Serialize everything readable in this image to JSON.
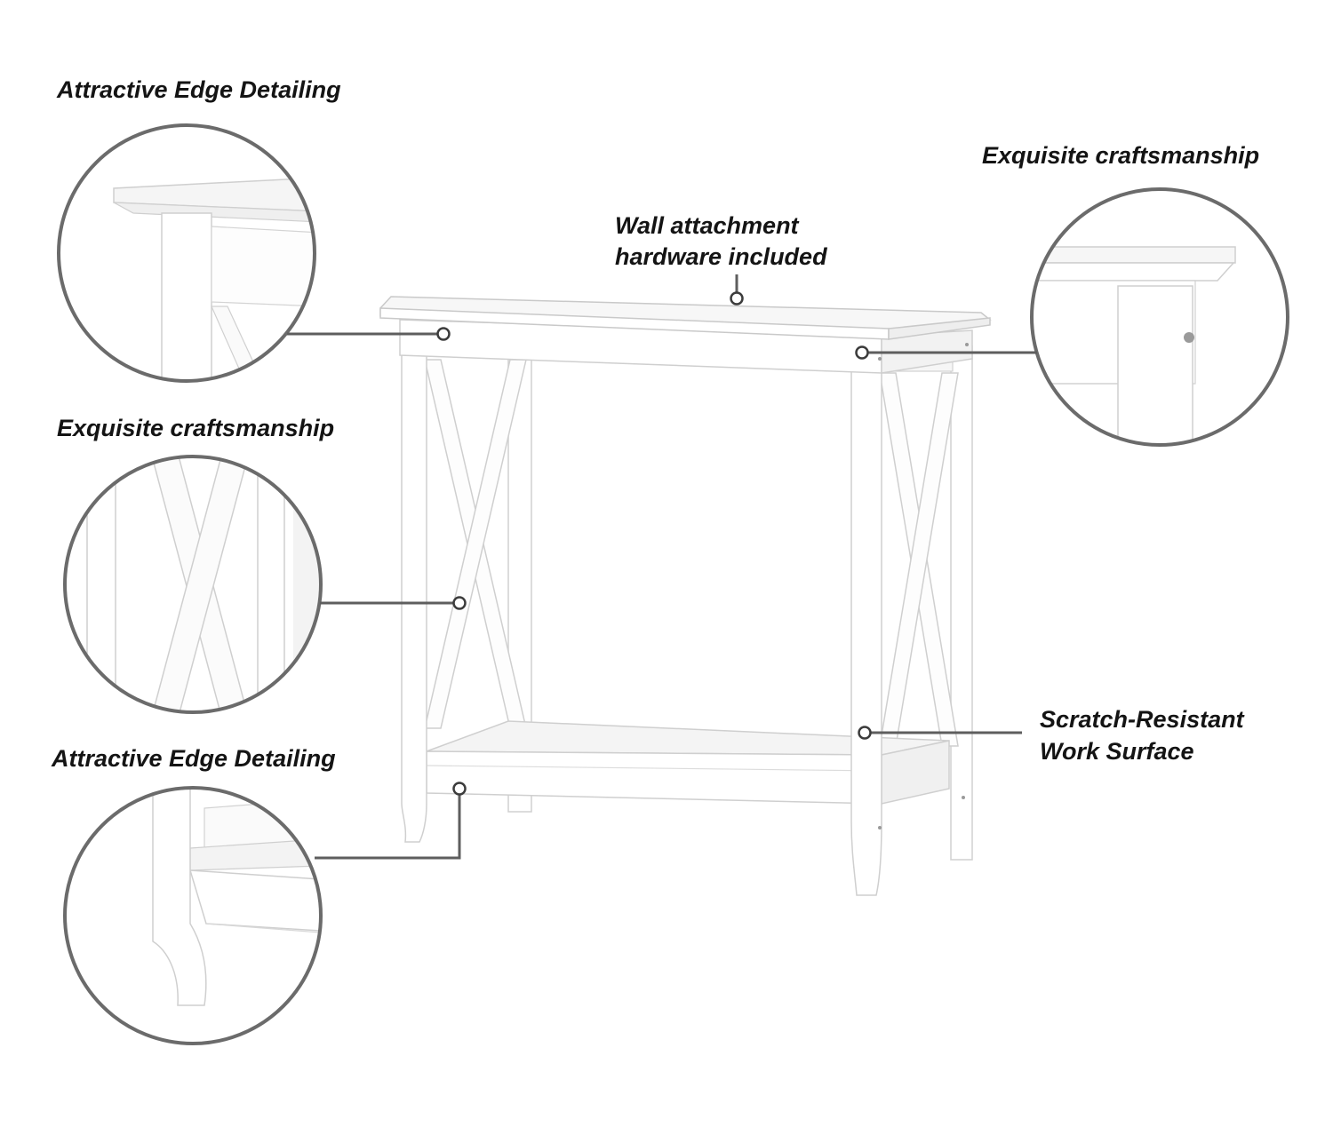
{
  "callouts": {
    "top_left": "Attractive Edge Detailing",
    "middle_left": "Exquisite craftsmanship",
    "bottom_left": "Attractive Edge Detailing",
    "top_right": "Exquisite craftsmanship",
    "center_top_line1": "Wall attachment",
    "center_top_line2": "hardware included",
    "right_line1": "Scratch-Resistant",
    "right_line2": "Work Surface"
  },
  "colors": {
    "ring": "#6b6b6b",
    "leader": "#5e5e5e",
    "wood": "#ffffff",
    "wood_shade": "#ededed",
    "wood_edge": "#c8c8c8",
    "label_text": "#141414"
  }
}
